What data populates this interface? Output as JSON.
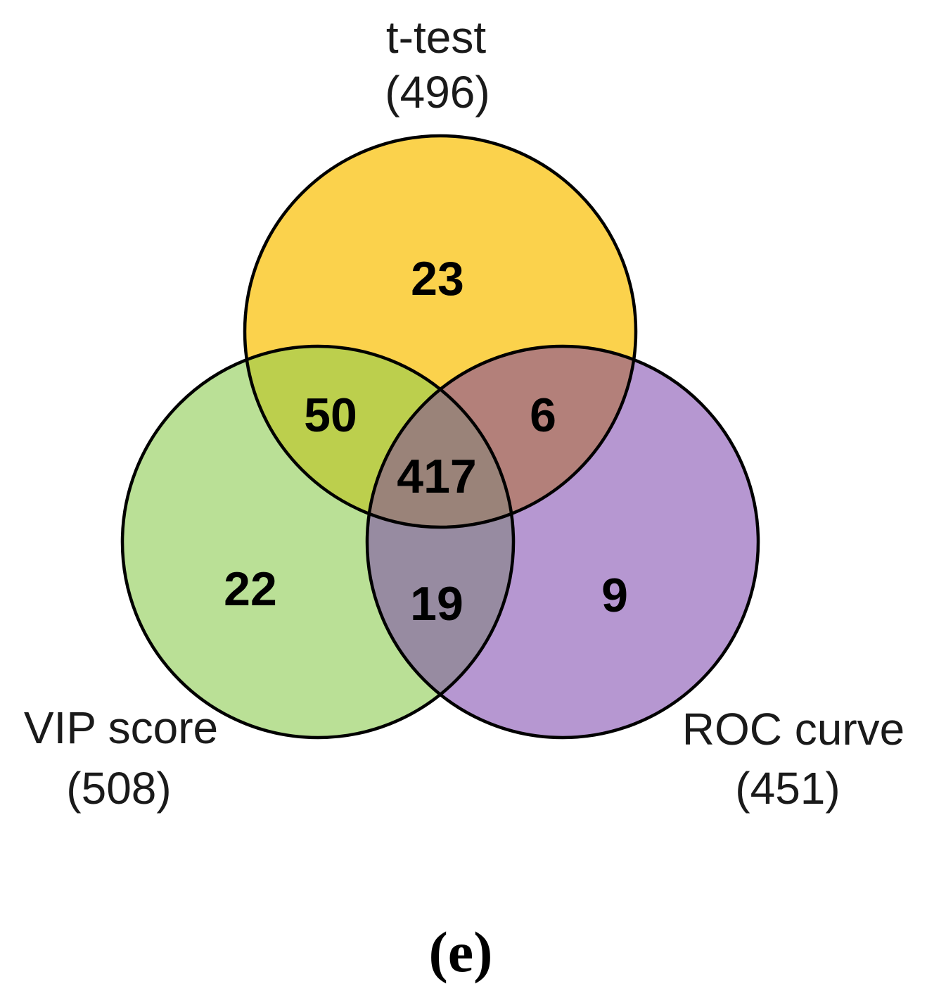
{
  "figure": {
    "caption": "(e)"
  },
  "chart_data": {
    "type": "venn",
    "sets": [
      {
        "label": "t-test",
        "total": 496,
        "total_label": "(496)",
        "color": "#FBD24C",
        "position": "top"
      },
      {
        "label": "VIP score",
        "total": 508,
        "total_label": "(508)",
        "color": "#BAE096",
        "position": "bottom-left"
      },
      {
        "label": "ROC curve",
        "total": 451,
        "total_label": "(451)",
        "color": "#B697D1",
        "position": "bottom-right"
      }
    ],
    "counts": {
      "t_test_only": 23,
      "vip_score_only": 22,
      "roc_curve_only": 9,
      "t_test_and_vip_score": 50,
      "t_test_and_roc_curve": 6,
      "vip_score_and_roc_curve": 19,
      "all_three": 417
    },
    "overlap_colors": {
      "t_test_and_vip_score": "#BCCF4D",
      "t_test_and_roc_curve": "#B3807A",
      "vip_score_and_roc_curve": "#978BA1",
      "all_three": "#9A8379"
    },
    "outline_color": "#000000",
    "number_color": "#000000",
    "label_color": "#1A1A1A"
  }
}
